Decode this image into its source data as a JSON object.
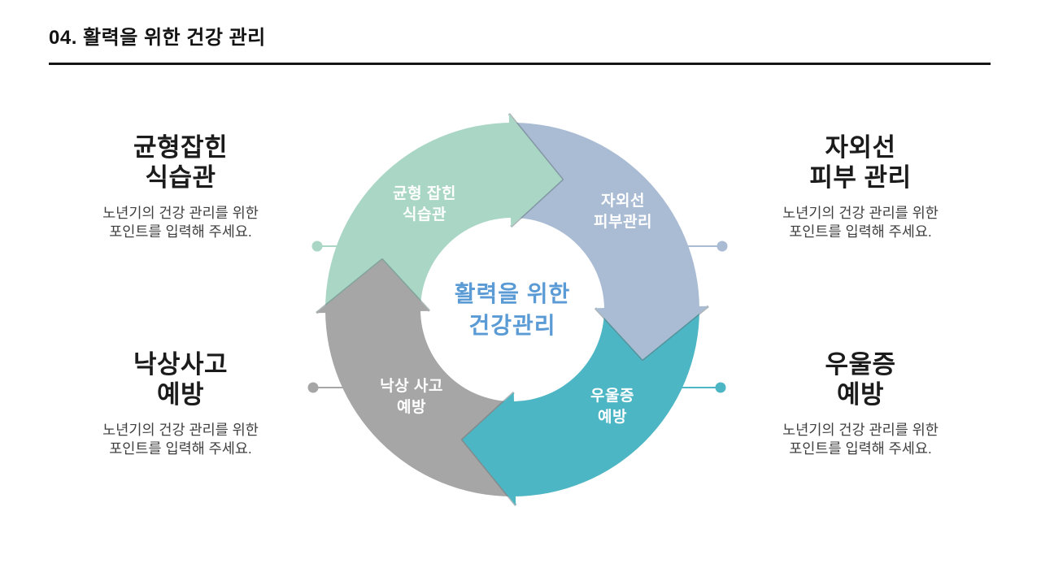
{
  "slide": {
    "title": "04. 활력을 위한 건강 관리"
  },
  "diagram": {
    "center": {
      "line1": "활력을 위한",
      "line2": "건강관리",
      "text_color": "#5b9bd5"
    },
    "segments": [
      {
        "name": "balanced-diet",
        "label_line1": "균형 잡힌",
        "label_line2": "식습관",
        "color": "#a9d6c5"
      },
      {
        "name": "uv-skin-care",
        "label_line1": "자외선",
        "label_line2": "피부관리",
        "color": "#aabcd3"
      },
      {
        "name": "depression-prevention",
        "label_line1": "우울증",
        "label_line2": "예방",
        "color": "#4db6c4"
      },
      {
        "name": "fall-prevention",
        "label_line1": "낙상 사고",
        "label_line2": "예방",
        "color": "#a6a6a6"
      }
    ],
    "connectors": [
      {
        "position": "top-left",
        "color": "#a9d6c5"
      },
      {
        "position": "top-right",
        "color": "#aabcd3"
      },
      {
        "position": "bottom-left",
        "color": "#a6a6a6"
      },
      {
        "position": "bottom-right",
        "color": "#4db6c4"
      }
    ],
    "arrow_shadow_color": "#5b6f73"
  },
  "cards": [
    {
      "name": "balanced-diet",
      "title_line1": "균형잡힌",
      "title_line2": "식습관",
      "body_line1": "노년기의 건강 관리를 위한",
      "body_line2": "포인트를 입력해 주세요."
    },
    {
      "name": "uv-skin-care",
      "title_line1": "자외선",
      "title_line2": "피부 관리",
      "body_line1": "노년기의 건강 관리를 위한",
      "body_line2": "포인트를 입력해 주세요."
    },
    {
      "name": "fall-prevention",
      "title_line1": "낙상사고",
      "title_line2": "예방",
      "body_line1": "노년기의 건강 관리를 위한",
      "body_line2": "포인트를 입력해 주세요."
    },
    {
      "name": "depression-prevention",
      "title_line1": "우울증",
      "title_line2": "예방",
      "body_line1": "노년기의 건강 관리를 위한",
      "body_line2": "포인트를 입력해 주세요."
    }
  ]
}
